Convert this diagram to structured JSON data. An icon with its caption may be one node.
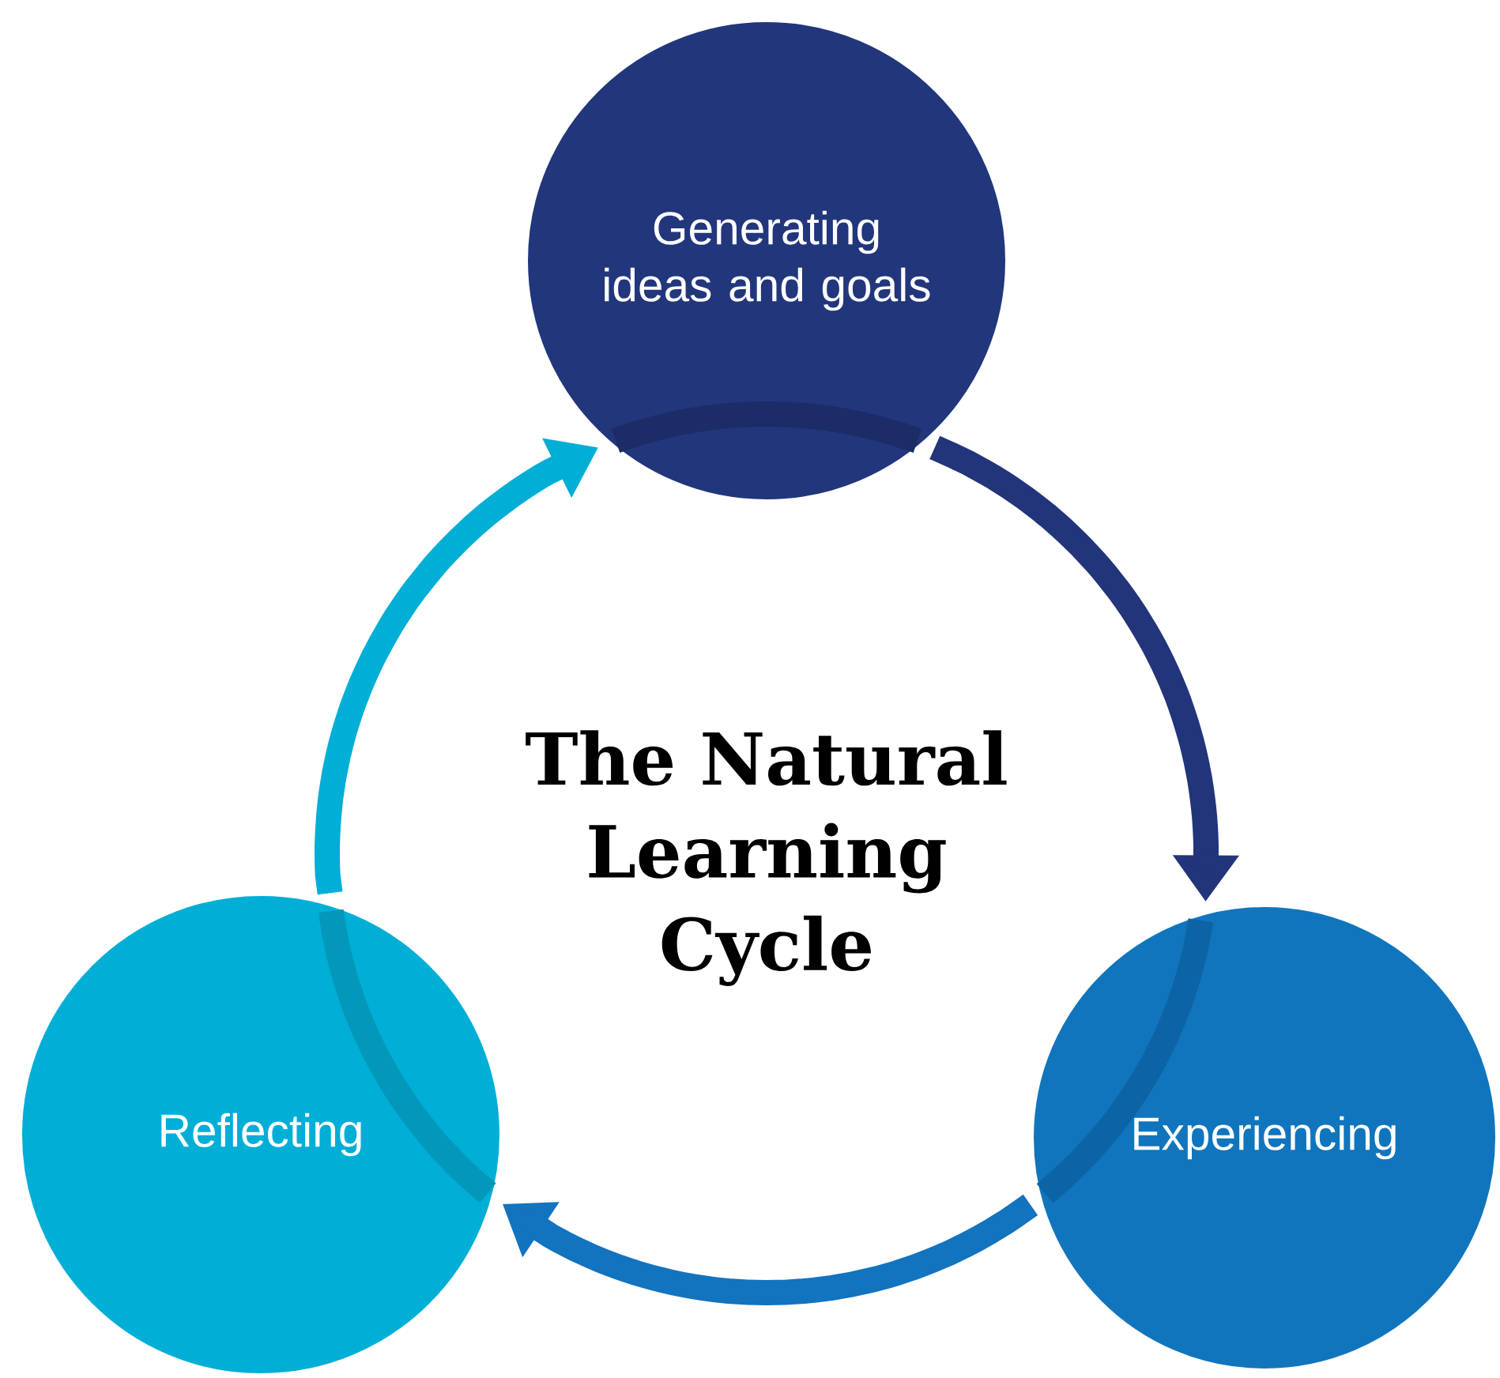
{
  "diagram": {
    "title": "The Natural Learning Cycle",
    "nodes": [
      {
        "text": [
          "Generating ideas and goals"
        ]
      },
      {
        "text": [
          "Experiencing"
        ]
      },
      {
        "text": [
          "Reflecting"
        ]
      }
    ],
    "edges": [
      {
        "from": 0,
        "to": 1,
        "arrow": "to",
        "color": "#22357a"
      },
      {
        "from": 1,
        "to": 2,
        "arrow": "to",
        "color": "#1273be"
      },
      {
        "from": 2,
        "to": 0,
        "arrow": "to",
        "color": "#00aed6"
      }
    ]
  }
}
